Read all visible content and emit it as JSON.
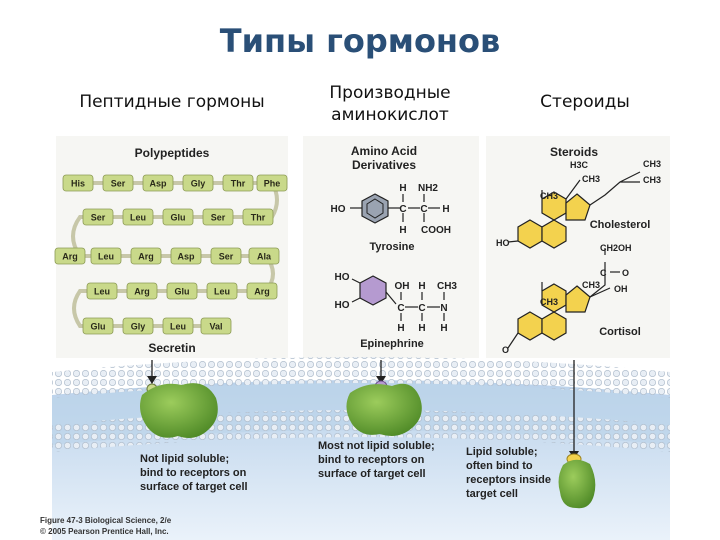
{
  "title": "Типы гормонов",
  "columns": {
    "peptide": "Пептидные гормоны",
    "amino_line1": "Производные",
    "amino_line2": "аминокислот",
    "steroid": "Стероиды"
  },
  "panels": {
    "polypeptides": {
      "heading": "Polypeptides",
      "name": "Secretin",
      "chain": [
        "His",
        "Ser",
        "Asp",
        "Gly",
        "Thr",
        "Phe",
        "Thr",
        "Ser",
        "Glu",
        "Leu",
        "Ser",
        "Arg",
        "Leu",
        "Arg",
        "Asp",
        "Ser",
        "Ala",
        "Arg",
        "Leu",
        "Glu",
        "Arg",
        "Leu",
        "Glu",
        "Gly",
        "Leu",
        "Val"
      ]
    },
    "amino": {
      "heading1": "Amino Acid",
      "heading2": "Derivatives",
      "tyrosine": "Tyrosine",
      "epinephrine": "Epinephrine",
      "tyr_atoms": {
        "ho": "HO",
        "h1": "H",
        "nh2": "NH2",
        "c1": "C",
        "c2": "C",
        "h_right": "H",
        "h2": "H",
        "cooh": "COOH"
      },
      "epi_atoms": {
        "ho1": "HO",
        "ho2": "HO",
        "oh": "OH",
        "h_top": "H",
        "ch3": "CH3",
        "c1": "C",
        "c2": "C",
        "n": "N",
        "h1": "H",
        "h2": "H",
        "h3": "H"
      }
    },
    "steroids": {
      "heading": "Steroids",
      "cholesterol": "Cholesterol",
      "cortisol": "Cortisol",
      "chol_atoms": {
        "h3c": "H3C",
        "ch3_a": "CH3",
        "ch3_b": "CH3",
        "ch3_c": "CH3",
        "ch3_d": "CH3",
        "ho": "HO"
      },
      "cort_atoms": {
        "ch2oh": "CH2OH",
        "c": "C",
        "o_eq": "O",
        "ch3_e": "CH3",
        "oh": "OH",
        "ch3_f": "CH3",
        "o_ket": "O"
      }
    }
  },
  "captions": {
    "peptide": [
      "Not lipid soluble;",
      "bind to receptors on",
      "surface of target cell"
    ],
    "amino": [
      "Most not lipid soluble;",
      "bind to receptors on",
      "surface of target cell"
    ],
    "steroid": [
      "Lipid soluble;",
      "often bind to",
      "receptors inside",
      "target cell"
    ]
  },
  "credit": {
    "line1": "Figure 47-3  Biological Science, 2/e",
    "line2": "© 2005 Pearson Prentice Hall, Inc."
  },
  "colors": {
    "title": "#2a4f77",
    "peptide_bead": "#c9d98a",
    "tyrosine_ring": "#9aa3b1",
    "epinephrine_ring": "#b59ad0",
    "steroid_ring": "#f3d24e",
    "receptor": "#6fa23c",
    "membrane_top": "#c6d9ec",
    "membrane_bottom": "#e4eef7"
  }
}
